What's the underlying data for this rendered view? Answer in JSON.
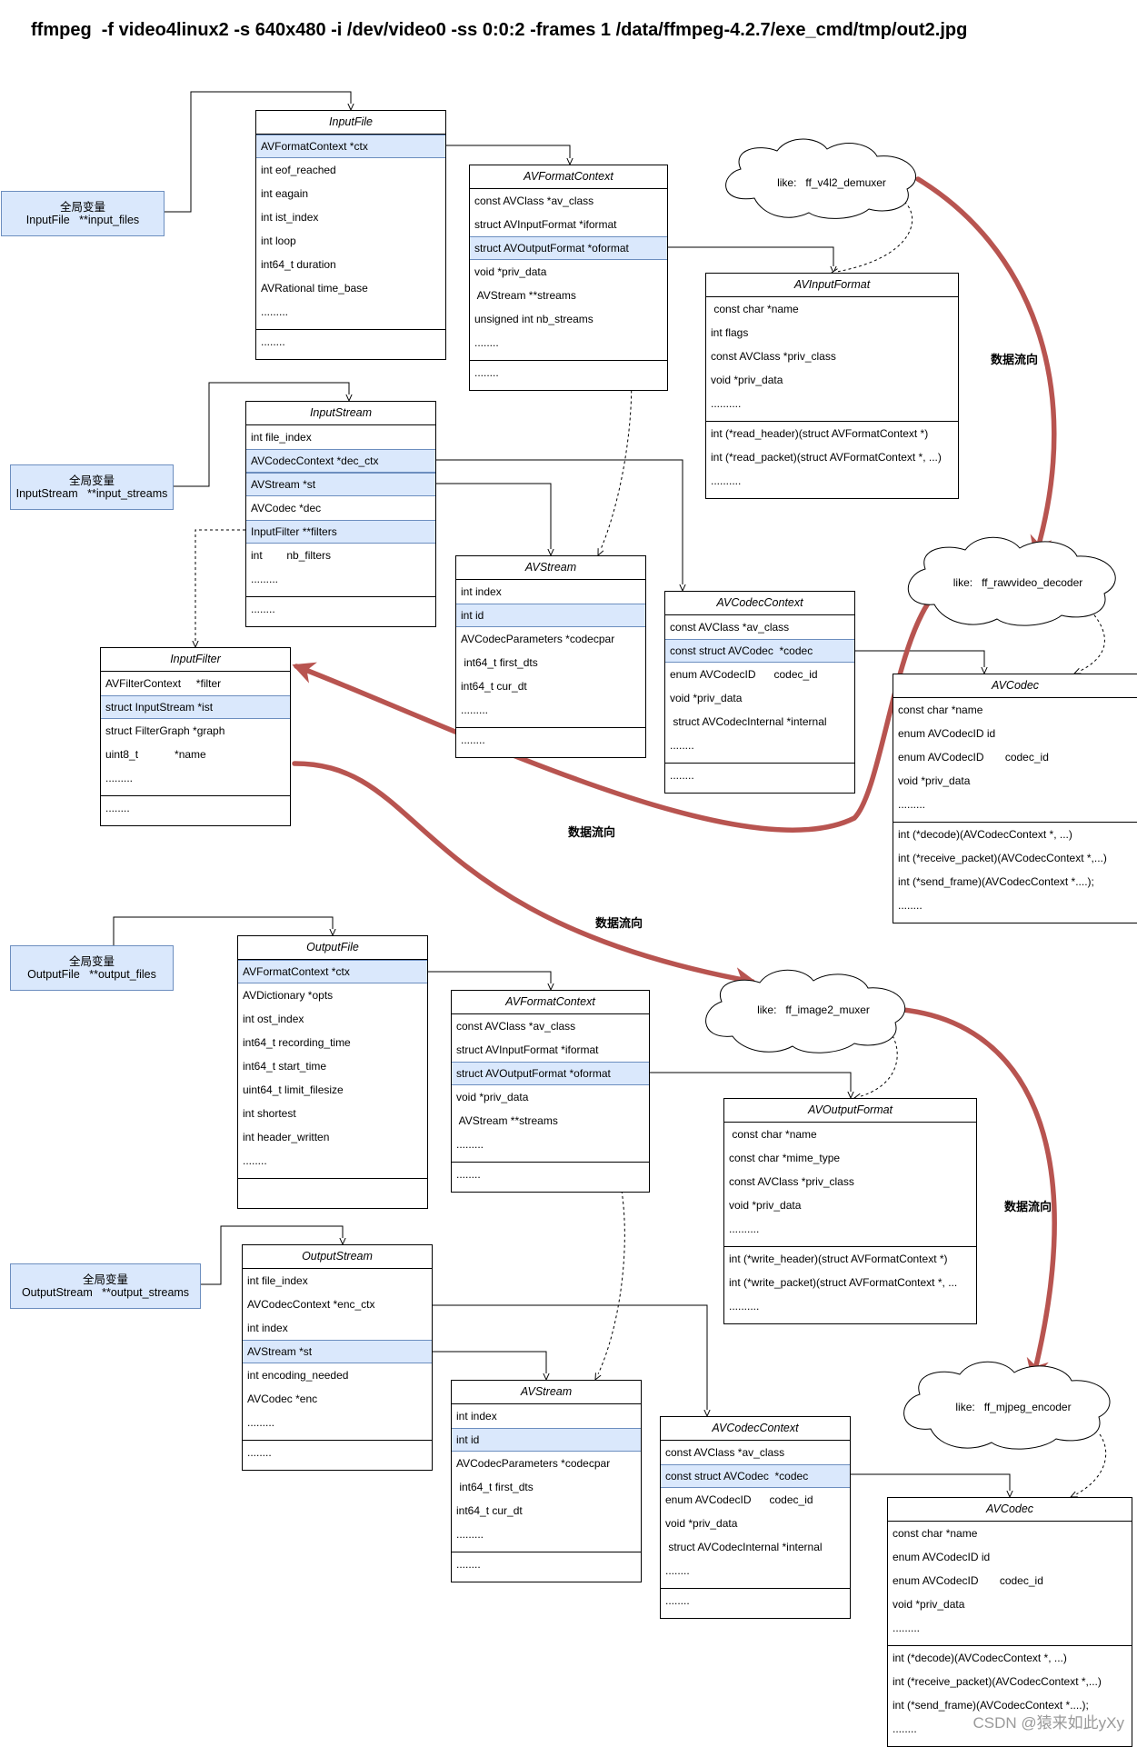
{
  "title": "ffmpeg  -f video4linux2 -s 640x480 -i /dev/video0 -ss 0:0:2 -frames 1 /data/ffmpeg-4.2.7/exe_cmd/tmp/out2.jpg",
  "globals": {
    "input_files": {
      "line1": "全局变量",
      "line2": "InputFile   **input_files"
    },
    "input_streams": {
      "line1": "全局变量",
      "line2": "InputStream   **input_streams"
    },
    "output_files": {
      "line1": "全局变量",
      "line2": "OutputFile   **output_files"
    },
    "output_streams": {
      "line1": "全局变量",
      "line2": "OutputStream   **output_streams"
    }
  },
  "boxes": {
    "input_file": {
      "title": "InputFile",
      "fields": [
        "AVFormatContext *ctx",
        "int eof_reached",
        "int eagain",
        "int ist_index",
        "int loop",
        "int64_t duration",
        "AVRational time_base",
        "........."
      ],
      "footer": "........",
      "hl": [
        0
      ]
    },
    "in_fmt_ctx": {
      "title": "AVFormatContext",
      "fields": [
        "const AVClass *av_class",
        "struct AVInputFormat *iformat",
        "struct AVOutputFormat *oformat",
        "void *priv_data",
        " AVStream **streams",
        "unsigned int nb_streams",
        "........"
      ],
      "footer": "........",
      "hl": [
        2
      ]
    },
    "av_input_format": {
      "title": "AVInputFormat",
      "fields": [
        " const char *name",
        "int flags",
        "const AVClass *priv_class",
        "void *priv_data",
        ".........."
      ],
      "footer": [
        "int (*read_header)(struct AVFormatContext *)",
        "int (*read_packet)(struct AVFormatContext *, ...)",
        ".........."
      ],
      "hl": []
    },
    "input_stream": {
      "title": "InputStream",
      "fields": [
        "int file_index",
        "AVCodecContext *dec_ctx",
        "AVStream *st",
        "AVCodec *dec",
        "InputFilter **filters",
        "int        nb_filters",
        "........."
      ],
      "footer": "........",
      "hl": [
        1,
        2,
        4
      ]
    },
    "in_avstream": {
      "title": "AVStream",
      "fields": [
        "int index",
        "int id",
        "AVCodecParameters *codecpar",
        " int64_t first_dts",
        "int64_t cur_dt",
        "........."
      ],
      "footer": "........",
      "hl": [
        1
      ]
    },
    "in_codec_ctx": {
      "title": "AVCodecContext",
      "fields": [
        "const AVClass *av_class",
        "const struct AVCodec  *codec",
        "enum AVCodecID      codec_id",
        "void *priv_data",
        " struct AVCodecInternal *internal",
        "........"
      ],
      "footer": "........",
      "hl": [
        1
      ]
    },
    "input_filter": {
      "title": "InputFilter",
      "fields": [
        "AVFilterContext     *filter",
        "struct InputStream *ist",
        "struct FilterGraph *graph",
        "uint8_t            *name",
        "........."
      ],
      "footer": "........",
      "hl": [
        1
      ]
    },
    "dec_codec": {
      "title": "AVCodec",
      "fields": [
        "const char *name",
        "enum AVCodecID id",
        "enum AVCodecID       codec_id",
        "void *priv_data",
        "........."
      ],
      "footer": [
        "int (*decode)(AVCodecContext *, ...)",
        "int (*receive_packet)(AVCodecContext *,...)",
        "int (*send_frame)(AVCodecContext *....);",
        "........"
      ],
      "hl": []
    },
    "output_file": {
      "title": "OutputFile",
      "fields": [
        "AVFormatContext *ctx",
        "AVDictionary *opts",
        "int ost_index",
        "int64_t recording_time",
        "int64_t start_time",
        "uint64_t limit_filesize",
        "int shortest",
        "int header_written",
        "........"
      ],
      "footer": "",
      "hl": [
        0
      ]
    },
    "out_fmt_ctx": {
      "title": "AVFormatContext",
      "fields": [
        "const AVClass *av_class",
        "struct AVInputFormat *iformat",
        "struct AVOutputFormat *oformat",
        "void *priv_data",
        " AVStream **streams",
        "........."
      ],
      "footer": "........",
      "hl": [
        2
      ]
    },
    "av_output_format": {
      "title": "AVOutputFormat",
      "fields": [
        " const char *name",
        "const char *mime_type",
        "const AVClass *priv_class",
        "void *priv_data",
        ".........."
      ],
      "footer": [
        "int (*write_header)(struct AVFormatContext *)",
        "int (*write_packet)(struct AVFormatContext *, ...",
        ".........."
      ],
      "hl": []
    },
    "output_stream": {
      "title": "OutputStream",
      "fields": [
        "int file_index",
        "AVCodecContext *enc_ctx",
        "int index",
        "AVStream *st",
        "int encoding_needed",
        "AVCodec *enc",
        "........."
      ],
      "footer": "........",
      "hl": [
        3
      ]
    },
    "out_avstream": {
      "title": "AVStream",
      "fields": [
        "int index",
        "int id",
        "AVCodecParameters *codecpar",
        " int64_t first_dts",
        "int64_t cur_dt",
        "........."
      ],
      "footer": "........",
      "hl": [
        1
      ]
    },
    "out_codec_ctx": {
      "title": "AVCodecContext",
      "fields": [
        "const AVClass *av_class",
        "const struct AVCodec  *codec",
        "enum AVCodecID      codec_id",
        "void *priv_data",
        " struct AVCodecInternal *internal",
        "........"
      ],
      "footer": "........",
      "hl": [
        1
      ]
    },
    "enc_codec": {
      "title": "AVCodec",
      "fields": [
        "const char *name",
        "enum AVCodecID id",
        "enum AVCodecID       codec_id",
        "void *priv_data",
        "........."
      ],
      "footer": [
        "int (*decode)(AVCodecContext *, ...)",
        "int (*receive_packet)(AVCodecContext *,...)",
        "int (*send_frame)(AVCodecContext *....);",
        "........"
      ],
      "hl": []
    }
  },
  "clouds": {
    "demuxer": "like:   ff_v4l2_demuxer",
    "decoder": "like:   ff_rawvideo_decoder",
    "muxer": "like:   ff_image2_muxer",
    "encoder": "like:   ff_mjpeg_encoder"
  },
  "flow_label": "数据流向",
  "watermark": "CSDN @猿来如此yXy",
  "colors": {
    "accent": "#b85450",
    "highlight": "#dae8fc",
    "highlight_border": "#6c8ebf"
  }
}
